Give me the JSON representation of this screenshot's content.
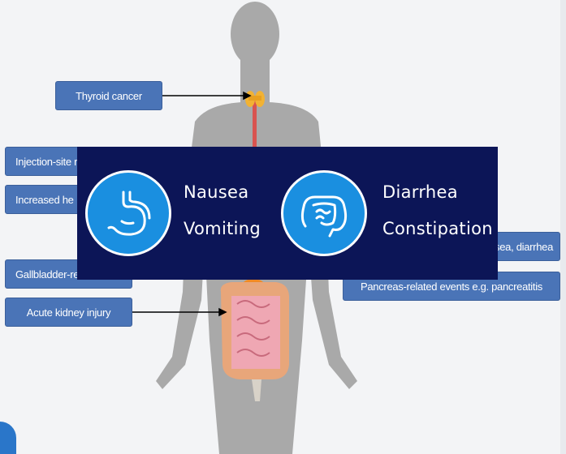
{
  "labels": {
    "thyroid": "Thyroid cancer",
    "injection": "Injection-site r",
    "heart": "Increased he",
    "gallbladder": "Gallbladder-rela",
    "kidney": "Acute kidney injury",
    "gi_right": "sea, diarrhea",
    "pancreas": "Pancreas-related events e.g. pancreatitis"
  },
  "banner": {
    "stomach_line1": "Nausea",
    "stomach_line2": "Vomiting",
    "intestine_line1": "Diarrhea",
    "intestine_line2": "Constipation"
  },
  "colors": {
    "label_box": "#4a74b7",
    "banner_bg": "#0c1557",
    "icon_circle": "#1a8fe0",
    "silhouette": "#a9a9a9"
  },
  "icons": [
    "stomach-icon",
    "intestine-icon"
  ]
}
